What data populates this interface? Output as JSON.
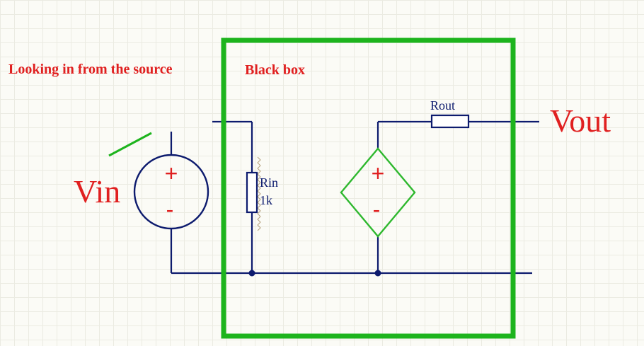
{
  "annotations": {
    "left_caption": "Looking in from the source",
    "box_caption": "Black box"
  },
  "components": {
    "source": {
      "label": "Vin",
      "plus": "+",
      "minus": "-"
    },
    "input_resistor": {
      "name": "Rin",
      "value": "1k"
    },
    "dependent_source": {
      "plus": "+",
      "minus": "-"
    },
    "output_resistor": {
      "name": "Rout"
    },
    "output_terminal": {
      "label": "Vout"
    }
  },
  "colors": {
    "wire": "#0d1b6e",
    "annotation_red": "#e02020",
    "box_green": "#1db41d",
    "dependent_source_green": "#2eb82e",
    "resistor_hatch": "#b5a27d"
  }
}
